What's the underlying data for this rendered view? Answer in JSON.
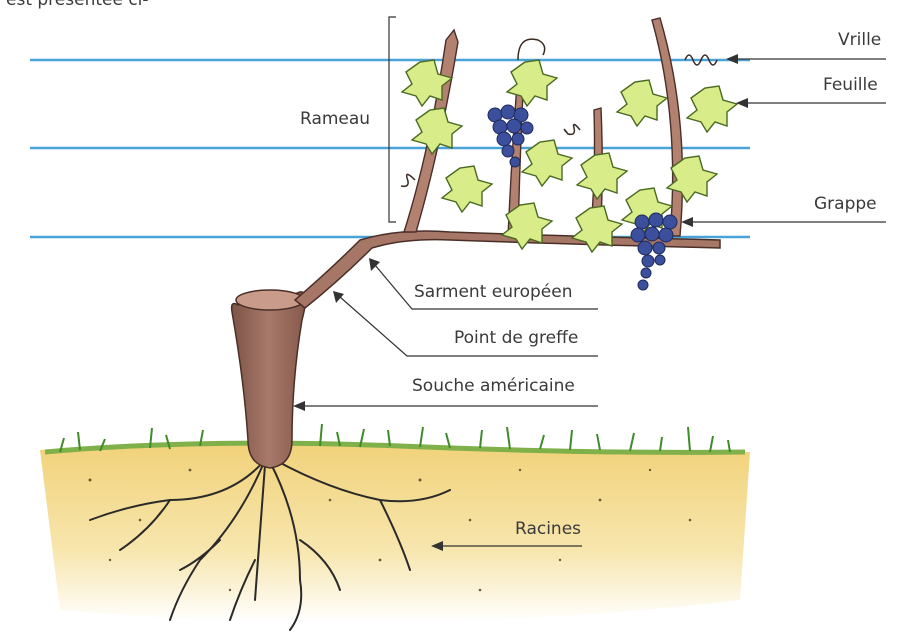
{
  "caption_fragment": "est présentée ci-",
  "labels": {
    "vrille": "Vrille",
    "feuille": "Feuille",
    "grappe": "Grappe",
    "rameau": "Rameau",
    "sarment": "Sarment européen",
    "point_greffe": "Point de greffe",
    "souche": "Souche américaine",
    "racines": "Racines"
  },
  "colors": {
    "wire": "#4aa3d8",
    "trunk": "#9b6b5e",
    "leaf": "#d9ec8a",
    "leaf_edge": "#5a7a2a",
    "grape": "#3c4f9c",
    "soil": "#f3dc8e",
    "grass": "#3f8a2a",
    "root": "#2a2a2a",
    "leader": "#333333"
  },
  "icons": [
    "vine-plant-illustration",
    "grape-cluster-icon",
    "leaf-icon",
    "tendril-icon",
    "root-system-icon"
  ]
}
